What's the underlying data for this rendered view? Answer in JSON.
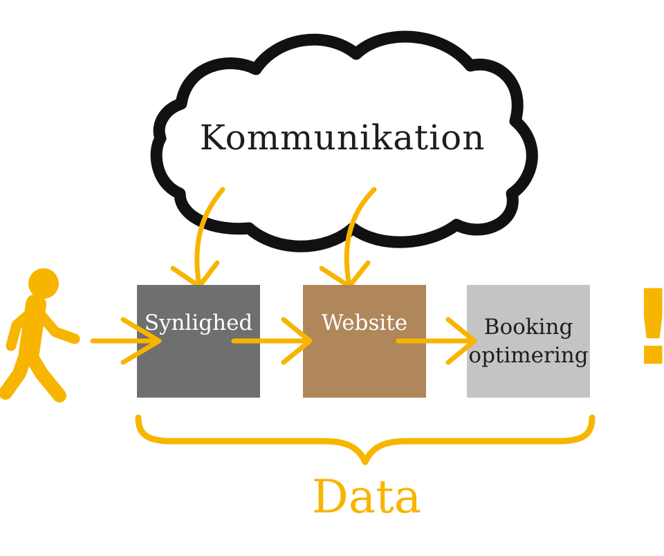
{
  "colors": {
    "accent": "#f7b500",
    "synlighed_box": "#6f6f6f",
    "website_box": "#b0875a",
    "booking_box": "#c4c4c4",
    "outline": "#111111"
  },
  "icons": {
    "person": "walking-person-icon",
    "bang": "exclamation-icon"
  },
  "cloud": {
    "title": "Kommunikation"
  },
  "steps": [
    {
      "label": "Synlighed"
    },
    {
      "label": "Website"
    },
    {
      "label": "Booking\noptimering"
    }
  ],
  "exclamation": "!",
  "data_label": "Data"
}
